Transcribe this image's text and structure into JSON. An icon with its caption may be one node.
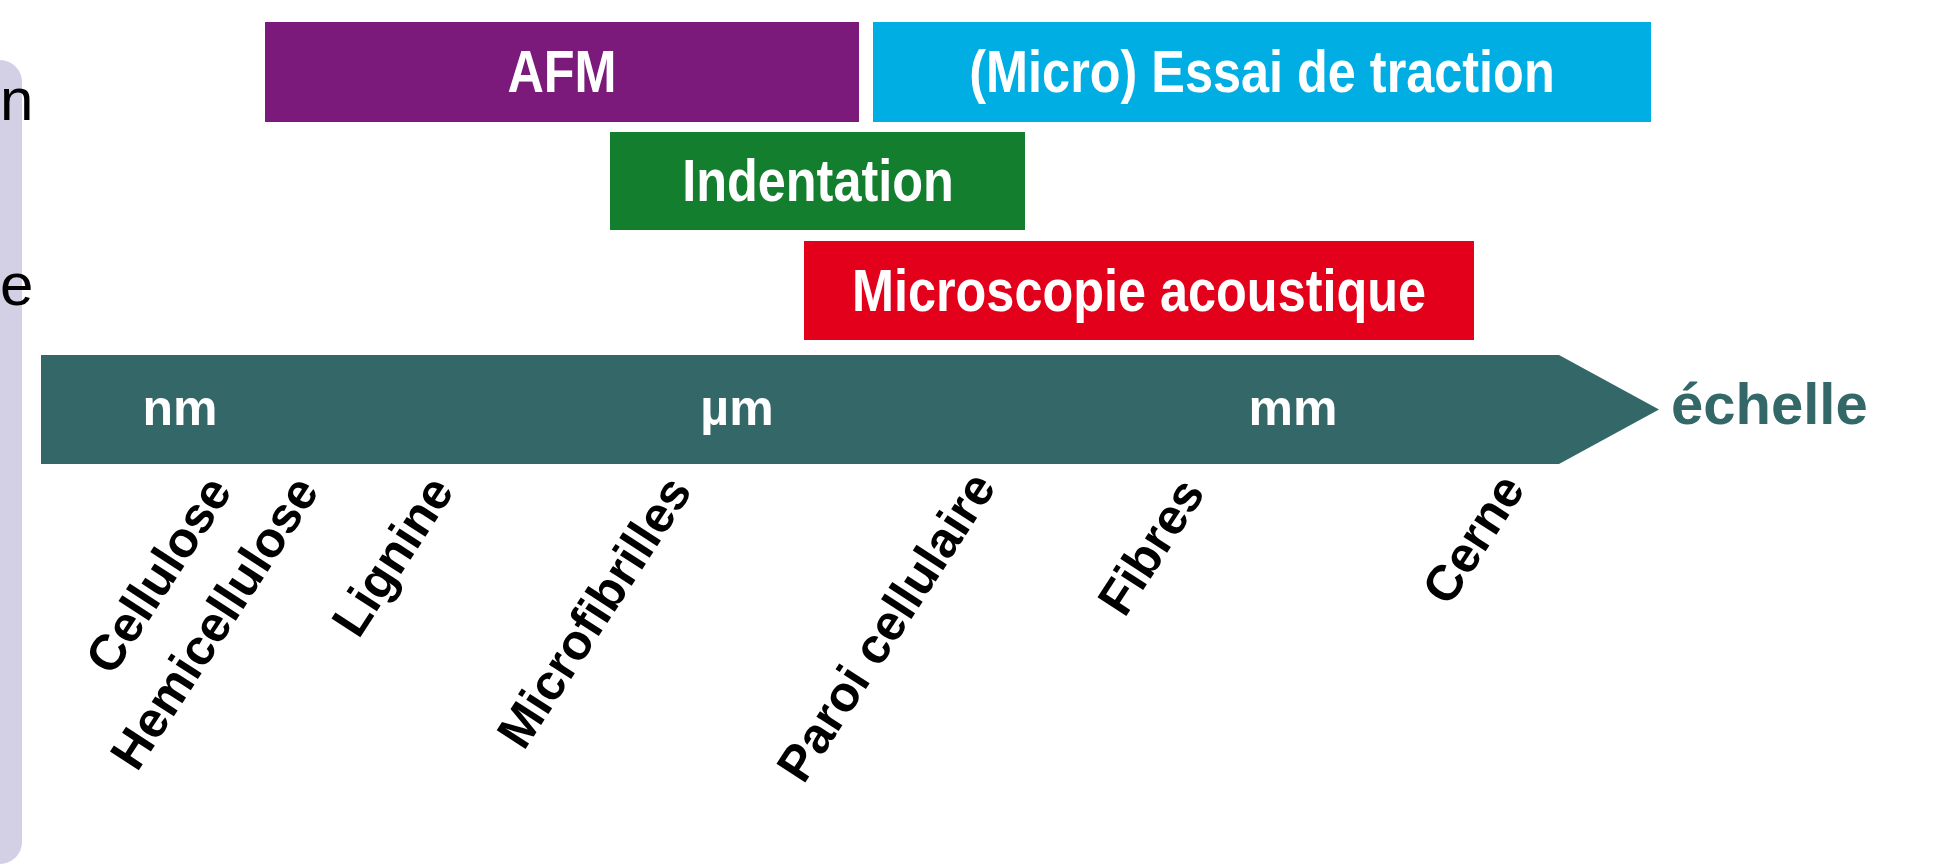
{
  "diagram": {
    "nodes": [
      {
        "text": [
          "AFM"
        ]
      },
      {
        "text": [
          "(Micro) Essai de traction"
        ]
      },
      {
        "text": [
          "Indentation"
        ]
      },
      {
        "text": [
          "Microscopie acoustique"
        ]
      },
      {
        "text": [
          "nm",
          "µm",
          "mm"
        ],
        "beside": [
          "échelle"
        ]
      },
      {
        "text": [
          "n",
          "e"
        ]
      }
    ],
    "labels": [
      "Cellulose",
      "Hemicellulose",
      "Lignine",
      "Microfibrilles",
      "Paroi cellulaire",
      "Fibres",
      "Cerne"
    ]
  }
}
